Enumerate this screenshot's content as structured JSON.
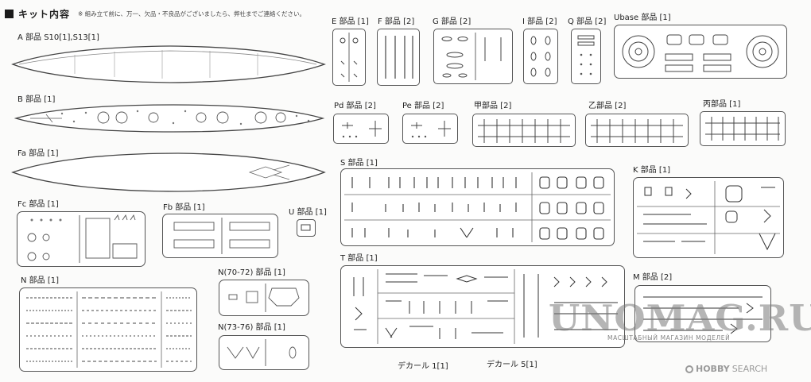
{
  "header": {
    "title": "キット内容",
    "note": "※ 組み立て前に、万一、欠品・不良品がございましたら、弊社までご連絡ください。"
  },
  "parts": {
    "A": "A 部品 S10[1],S13[1]",
    "B": "B 部品 [1]",
    "Fa": "Fa 部品 [1]",
    "Fc": "Fc 部品 [1]",
    "Fb": "Fb 部品 [1]",
    "U": "U 部品 [1]",
    "N": "N 部品 [1]",
    "N70": "N(70-72) 部品 [1]",
    "N73": "N(73-76) 部品 [1]",
    "E": "E 部品 [1]",
    "F": "F 部品 [2]",
    "G": "G 部品 [2]",
    "I": "I 部品 [2]",
    "Q": "Q 部品 [2]",
    "Ubase": "Ubase 部品 [1]",
    "Pd": "Pd 部品 [2]",
    "Pe": "Pe 部品 [2]",
    "Ko": "甲部品 [2]",
    "Otsu": "乙部品 [2]",
    "Hei": "丙部品 [1]",
    "S": "S 部品 [1]",
    "K": "K 部品 [1]",
    "T": "T 部品 [1]",
    "M": "M 部品 [2]"
  },
  "decals": {
    "d1": "デカール 1[1]",
    "d5": "デカール 5[1]"
  },
  "watermark": {
    "main": "UNOMAG.RU",
    "sub": "МАСШТАБНЫЙ МАГАЗИН МОДЕЛЕЙ"
  },
  "source": {
    "brand": "HOBBY",
    "suffix": "SEARCH"
  }
}
